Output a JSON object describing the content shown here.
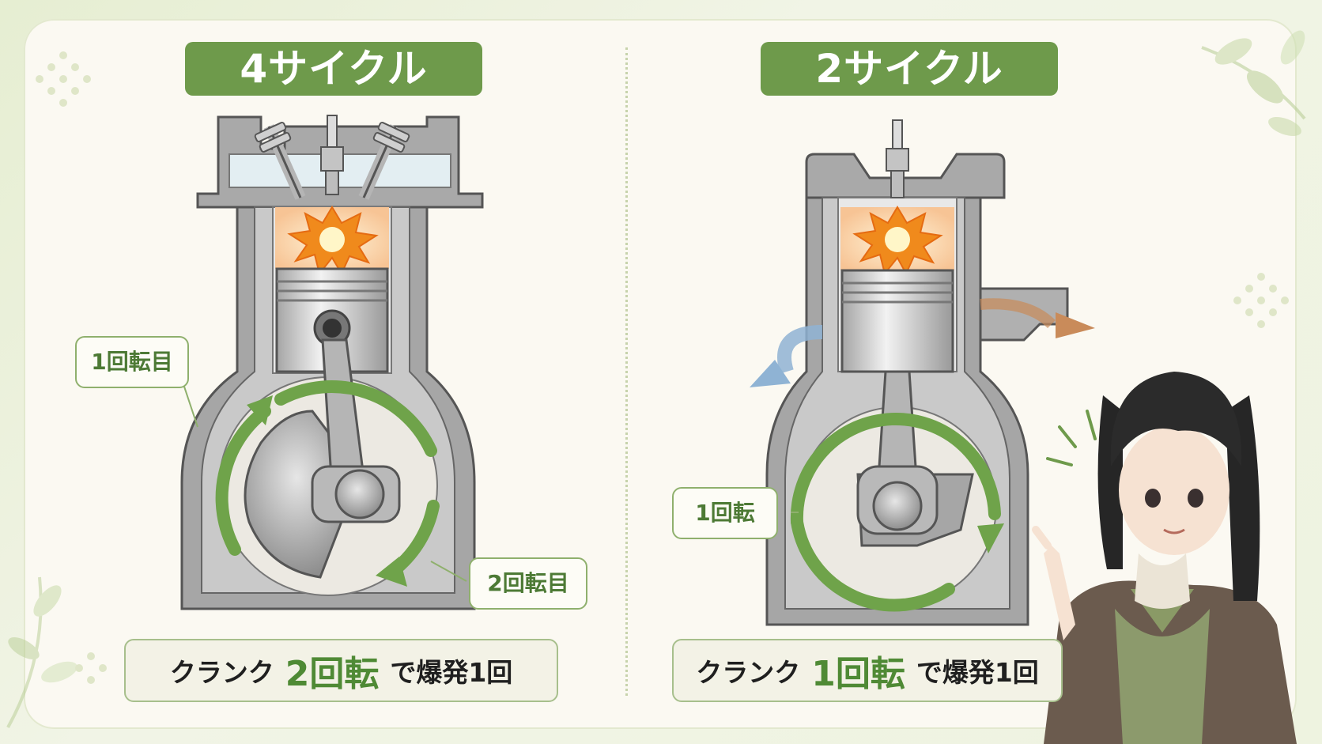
{
  "left": {
    "title": "4サイクル",
    "bubble_first": "1回転目",
    "bubble_second": "2回転目",
    "caption": {
      "prefix": "クランク",
      "highlight": "2回転",
      "suffix": "で爆発1回"
    }
  },
  "right": {
    "title": "2サイクル",
    "bubble": "1回転",
    "caption": {
      "prefix": "クランク",
      "highlight": "1回転",
      "suffix": "で爆発1回"
    }
  },
  "colors": {
    "accent_green": "#6e9a4b",
    "arrow_green": "#6fa34a",
    "explosion": "#f08a1c",
    "intake_blue": "#8fb3d4",
    "exhaust_brown": "#c98b5a"
  },
  "icons": [
    "spark-plug-icon",
    "explosion-icon",
    "rotation-arrow-icon",
    "leaf-decoration-icon"
  ]
}
